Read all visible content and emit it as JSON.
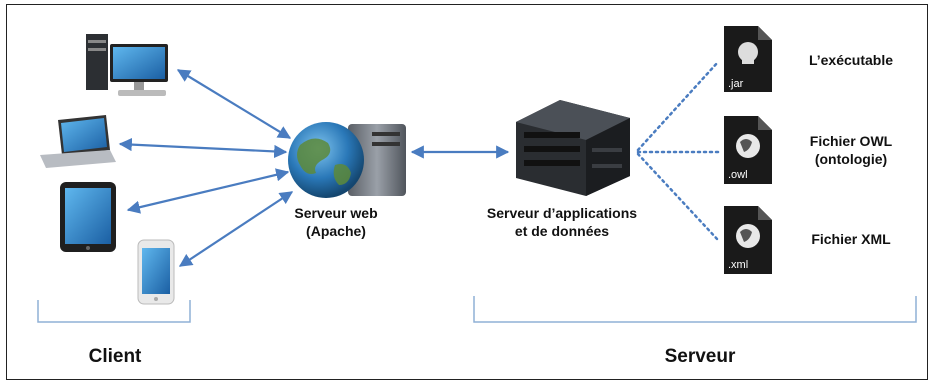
{
  "nodes": {
    "web_server": {
      "line1": "Serveur web",
      "line2": "(Apache)"
    },
    "app_server": {
      "line1": "Serveur d’applications",
      "line2": "et de données"
    }
  },
  "files": [
    {
      "ext": ".jar",
      "label_line1": "L’exécutable",
      "label_line2": ""
    },
    {
      "ext": ".owl",
      "label_line1": "Fichier OWL",
      "label_line2": "(ontologie)"
    },
    {
      "ext": ".xml",
      "label_line1": "Fichier XML",
      "label_line2": ""
    }
  ],
  "groups": {
    "client": "Client",
    "server": "Serveur"
  },
  "colors": {
    "arrow": "#4a7cc0",
    "bracket": "#8fb0d6",
    "file_icon": "#1a1a1a"
  }
}
